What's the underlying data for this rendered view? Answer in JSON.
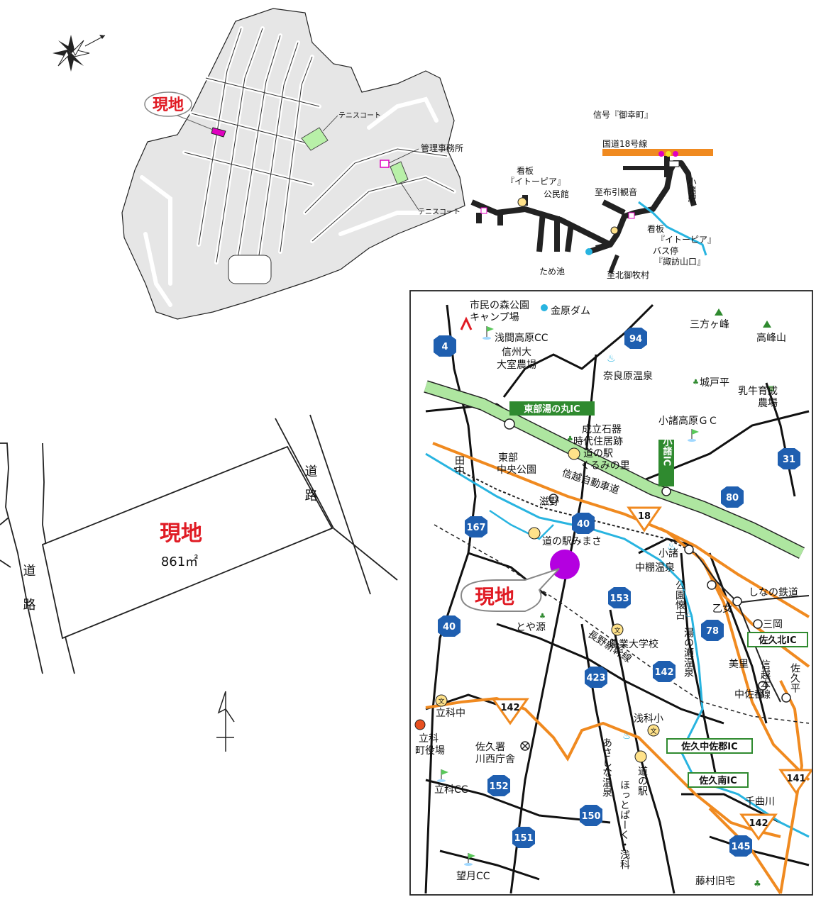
{
  "colors": {
    "site_red": "#e01b24",
    "site_magenta": "#e000c0",
    "site_purple": "#b400e0",
    "national_route": "#f08a20",
    "expressway_green": "#aee6a0",
    "route_blue": "#1f5fb0",
    "river_cyan": "#28b4e0",
    "tennis_green": "#b8f0a8",
    "subdivision_gray": "#e6e6e6"
  },
  "icons": [
    "compass-rose-icon",
    "north-arrow-icon",
    "golf-flag-icon",
    "hot-spring-icon",
    "school-icon",
    "mountain-icon",
    "camp-icon",
    "police-icon",
    "town-hall-icon",
    "park-icon"
  ],
  "subdivision_map": {
    "site_label": "現地",
    "tennis_court_1": "テニスコート",
    "tennis_court_2": "テニスコート",
    "office": "管理事務所",
    "sign_1_line1": "看板",
    "sign_1_line2": "『イトーピア』",
    "community_hall": "公民館",
    "pond": "ため池",
    "signal": "信号『御幸町』",
    "route18": "国道18号線",
    "station": "小諸駅",
    "to_nunobiki": "至布引観音",
    "sign_2_line1": "看板",
    "sign_2_line2": "『イトーピア』",
    "bus_stop_line1": "バス停",
    "bus_stop_line2": "『諏訪山口』",
    "to_kitamimaki": "至北御牧村"
  },
  "plot_map": {
    "site_label": "現地",
    "area": "861㎡",
    "road_right": "道路",
    "road_left": "道路"
  },
  "area_map": {
    "site_label": "現地",
    "places": {
      "shimin_mori": "市民の森公園",
      "camp": "キャンプ場",
      "kanehara_dam": "金原ダム",
      "asama_cc": "浅間高原CC",
      "shinshu_univ_1": "信州大",
      "shinshu_univ_2": "大室農場",
      "mikata": "三方ヶ峰",
      "takamine": "高峰山",
      "narahara": "奈良原温泉",
      "kidodaira": "城戸平",
      "milk_farm_1": "乳牛育成",
      "milk_farm_2": "農場",
      "tobu_ic": "東部湯の丸IC",
      "komoro_kogen_gc": "小諸高原ＧＣ",
      "naritate_1": "成立石器",
      "naritate_2": "時代住居跡",
      "michi_kurumi_1": "道の駅",
      "michi_kurumi_2": "くるみの里",
      "komoro_ic": "小諸IC",
      "tanaka": "田中",
      "tobu_park_1": "東部",
      "tobu_park_2": "中央公園",
      "shinetsu_exp": "信越自動車道",
      "shigeno": "滋野",
      "michi_mimaki": "道の駅みまさ",
      "komoro": "小諸",
      "nakadana": "中棚温泉",
      "kaikoen": "公園懐古",
      "shinano_rail": "しなの鉄道",
      "otsu": "乙女",
      "mitsuoka": "三岡",
      "saku_kita_ic": "佐久北IC",
      "toyagen": "とや源",
      "nogyo": "農業大学校",
      "yunose": "湯の瀬温泉",
      "shinkansen": "長野新幹線",
      "misato": "美里",
      "shinetsu_line": "信越本線",
      "sakudaira": "佐久平",
      "nakasagun": "中佐都",
      "tateshina_jh": "立科中",
      "asashina_es": "浅科小",
      "tateshina_office_1": "立科",
      "tateshina_office_2": "町役場",
      "police_1": "佐久署",
      "police_2": "川西庁舎",
      "asashina_onsen": "あさしな温泉",
      "saku_nakasagun_ic": "佐久中佐郡IC",
      "michi_hottopark_1": "道の駅",
      "michi_hottopark_2": "ほっとぱーく・浅科",
      "saku_minami_ic": "佐久南IC",
      "chikuma": "千曲川",
      "tateshina_cc": "立科CC",
      "mochizuki_cc": "望月CC",
      "fujimura": "藤村旧宅"
    },
    "routes": {
      "r4": "4",
      "r94": "94",
      "r31": "31",
      "r80": "80",
      "r167": "167",
      "r40a": "40",
      "r18": "18",
      "r153": "153",
      "r78": "78",
      "r40b": "40",
      "r423": "423",
      "r142a": "142",
      "r142b": "142",
      "r152": "152",
      "r150": "150",
      "r151": "151",
      "r141": "141",
      "r142c": "142",
      "r145": "145"
    }
  }
}
